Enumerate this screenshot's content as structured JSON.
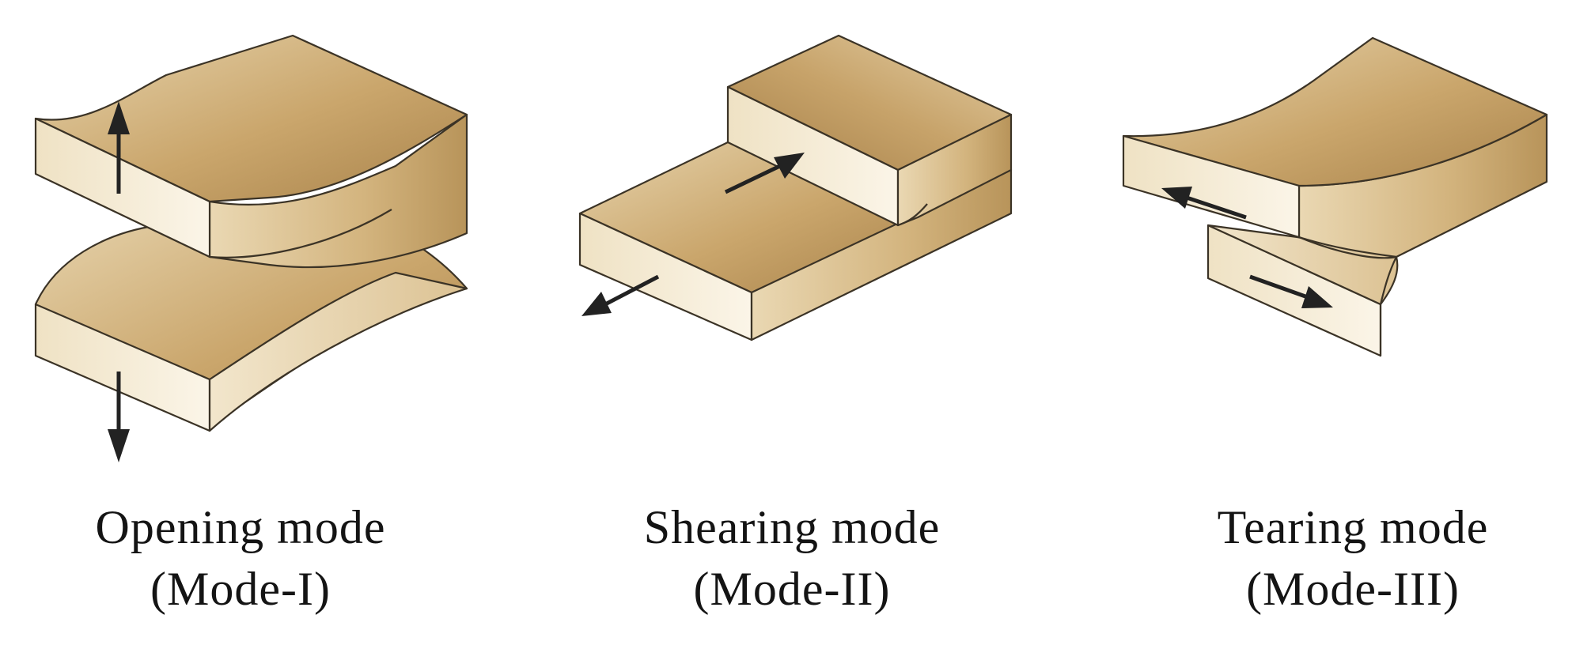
{
  "figure": {
    "panels": [
      {
        "id": "mode-1",
        "title": "Opening mode",
        "subtitle": "(Mode-I)"
      },
      {
        "id": "mode-2",
        "title": "Shearing mode",
        "subtitle": "(Mode-II)"
      },
      {
        "id": "mode-3",
        "title": "Tearing mode",
        "subtitle": "(Mode-III)"
      }
    ],
    "colors": {
      "top_face_dark": "#b08a52",
      "top_face_light": "#e9d7b1",
      "front_face": "#f6ecd6",
      "side_face": "#c9a972",
      "edge": "#3b3326",
      "arrow": "#222222"
    }
  }
}
